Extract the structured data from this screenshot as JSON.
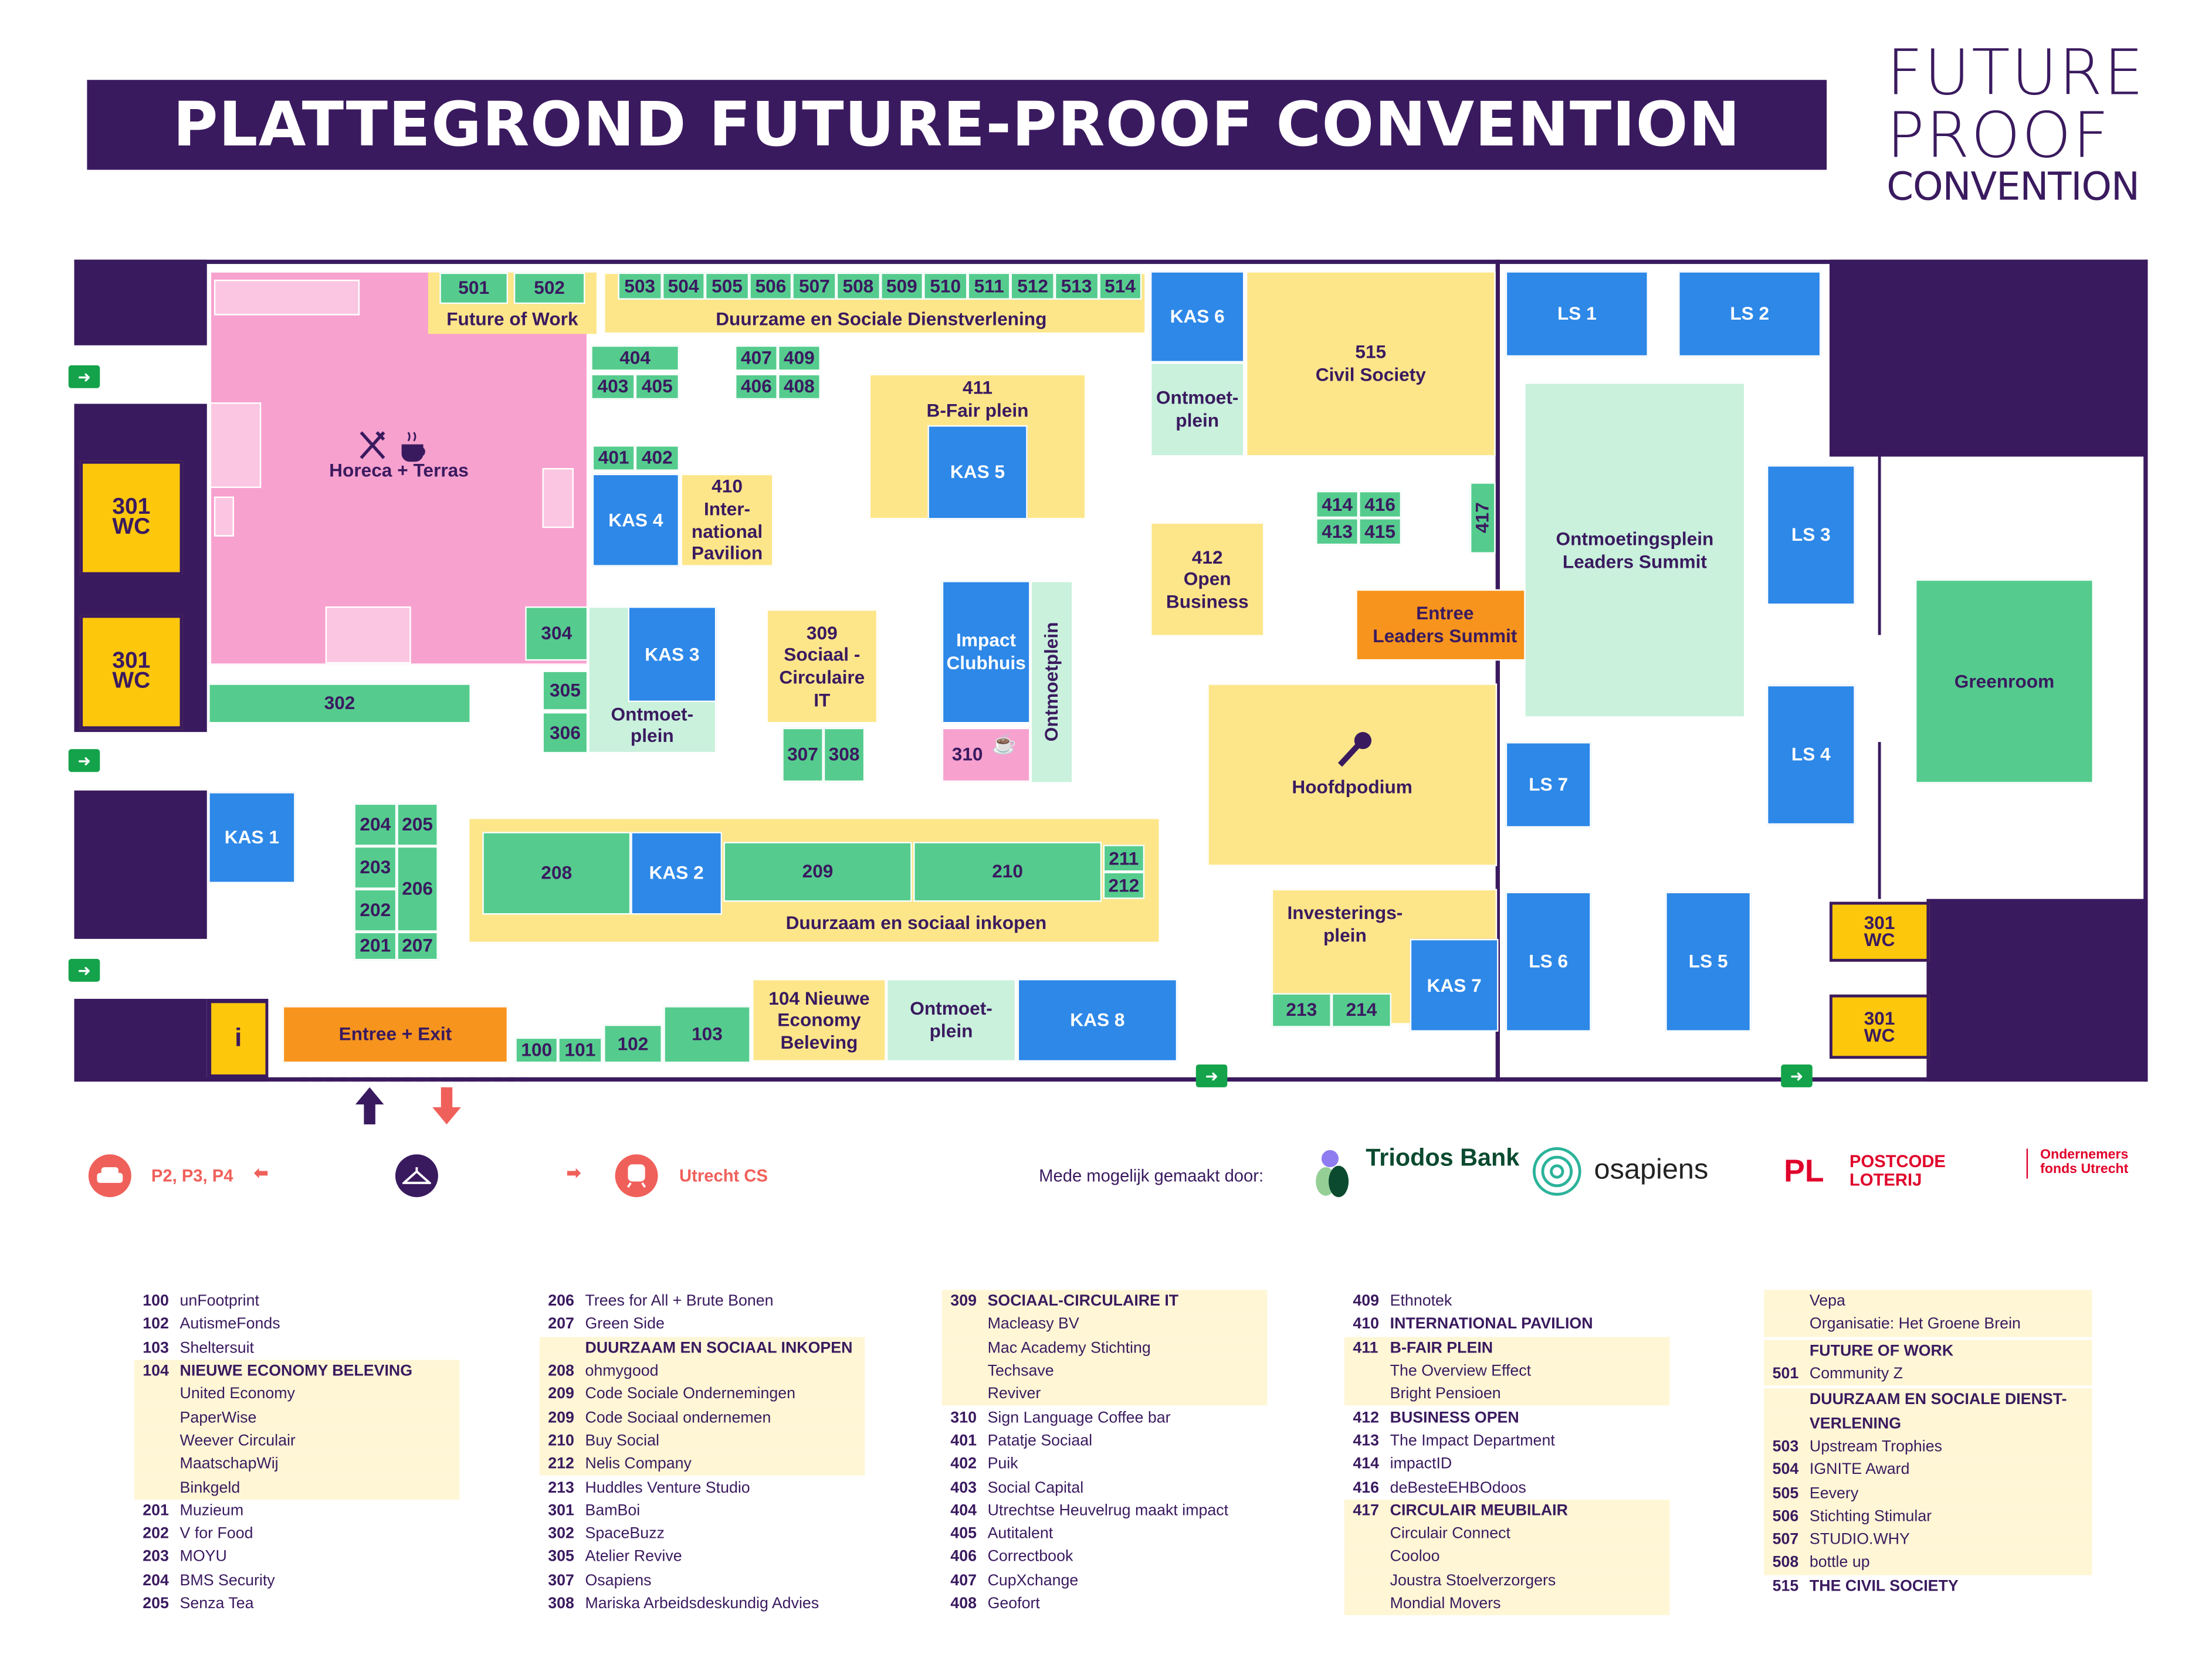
{
  "header": {
    "title": "PLATTEGROND FUTURE-PROOF CONVENTION",
    "logo": [
      "FUTURE",
      "PROOF",
      "CONVENTION"
    ]
  },
  "colors": {
    "purple": "#3a1a5f",
    "green": "#55cc8e",
    "blue": "#2d88e8",
    "yellow": "#fde68a",
    "pink": "#f7a1cf",
    "mint": "#c9f1dc",
    "orange": "#f7941d",
    "gold": "#fdc70c",
    "coral": "#f0605a",
    "exit_green": "#14a34a"
  },
  "map": {
    "rooms": [
      {
        "label": "Horeca + Terras",
        "kind": "pink"
      },
      {
        "label": "Future of Work",
        "kind": "yellow"
      },
      {
        "label": "501",
        "kind": "green"
      },
      {
        "label": "502",
        "kind": "green"
      },
      {
        "label": "503",
        "kind": "green"
      },
      {
        "label": "504",
        "kind": "green"
      },
      {
        "label": "505",
        "kind": "green"
      },
      {
        "label": "506",
        "kind": "green"
      },
      {
        "label": "507",
        "kind": "green"
      },
      {
        "label": "508",
        "kind": "green"
      },
      {
        "label": "509",
        "kind": "green"
      },
      {
        "label": "510",
        "kind": "green"
      },
      {
        "label": "511",
        "kind": "green"
      },
      {
        "label": "512",
        "kind": "green"
      },
      {
        "label": "513",
        "kind": "green"
      },
      {
        "label": "514",
        "kind": "green"
      },
      {
        "label": "KAS 6",
        "kind": "blue"
      },
      {
        "label": "Ontmoet-\nplein",
        "kind": "mint"
      },
      {
        "label": "515\nCivil Society",
        "kind": "yellow"
      },
      {
        "label": "404",
        "kind": "green"
      },
      {
        "label": "403",
        "kind": "green"
      },
      {
        "label": "405",
        "kind": "green"
      },
      {
        "label": "407",
        "kind": "green"
      },
      {
        "label": "409",
        "kind": "green"
      },
      {
        "label": "406",
        "kind": "green"
      },
      {
        "label": "408",
        "kind": "green"
      },
      {
        "label": "411\nB-Fair plein",
        "kind": "yellow"
      },
      {
        "label": "KAS 5",
        "kind": "blue"
      },
      {
        "label": "401",
        "kind": "green"
      },
      {
        "label": "402",
        "kind": "green"
      },
      {
        "label": "KAS 4",
        "kind": "blue"
      },
      {
        "label": "410\nInter-\nnational\nPavilion",
        "kind": "yellow"
      },
      {
        "label": "412\nOpen\nBusiness",
        "kind": "yellow"
      },
      {
        "label": "414",
        "kind": "green"
      },
      {
        "label": "416",
        "kind": "green"
      },
      {
        "label": "413",
        "kind": "green"
      },
      {
        "label": "415",
        "kind": "green"
      },
      {
        "label": "417",
        "kind": "green"
      },
      {
        "label": "Entree\nLeaders Summit",
        "kind": "orange"
      },
      {
        "label": "304",
        "kind": "green"
      },
      {
        "label": "305",
        "kind": "green"
      },
      {
        "label": "306",
        "kind": "green"
      },
      {
        "label": "Ontmoet-\nplein",
        "kind": "mint"
      },
      {
        "label": "KAS 3",
        "kind": "blue"
      },
      {
        "label": "309\nSociaal -\nCirculaire\nIT",
        "kind": "yellow"
      },
      {
        "label": "307",
        "kind": "green"
      },
      {
        "label": "308",
        "kind": "green"
      },
      {
        "label": "Impact\nClubhuis",
        "kind": "blue"
      },
      {
        "label": "310",
        "kind": "pink"
      },
      {
        "label": "Ontmoetplein",
        "kind": "mint"
      },
      {
        "label": "302",
        "kind": "green"
      },
      {
        "label": "KAS 1",
        "kind": "blue"
      },
      {
        "label": "204",
        "kind": "green"
      },
      {
        "label": "205",
        "kind": "green"
      },
      {
        "label": "203",
        "kind": "green"
      },
      {
        "label": "206",
        "kind": "green"
      },
      {
        "label": "202",
        "kind": "green"
      },
      {
        "label": "201",
        "kind": "green"
      },
      {
        "label": "207",
        "kind": "green"
      },
      {
        "label": "208",
        "kind": "green"
      },
      {
        "label": "KAS 2",
        "kind": "blue"
      },
      {
        "label": "209",
        "kind": "green"
      },
      {
        "label": "210",
        "kind": "green"
      },
      {
        "label": "211",
        "kind": "green"
      },
      {
        "label": "212",
        "kind": "green"
      },
      {
        "label": "Hoofdpodium",
        "kind": "yellow"
      },
      {
        "label": "Investerings-\nplein",
        "kind": "yellow"
      },
      {
        "label": "213",
        "kind": "green"
      },
      {
        "label": "214",
        "kind": "green"
      },
      {
        "label": "KAS 7",
        "kind": "blue"
      },
      {
        "label": "i",
        "kind": "gold"
      },
      {
        "label": "Entree + Exit",
        "kind": "orange"
      },
      {
        "label": "100",
        "kind": "green"
      },
      {
        "label": "101",
        "kind": "green"
      },
      {
        "label": "102",
        "kind": "green"
      },
      {
        "label": "103",
        "kind": "green"
      },
      {
        "label": "104 Nieuwe\nEconomy\nBeleving",
        "kind": "yellow"
      },
      {
        "label": "Ontmoet-\nplein",
        "kind": "mint"
      },
      {
        "label": "KAS 8",
        "kind": "blue"
      },
      {
        "label": "LS 1",
        "kind": "blue"
      },
      {
        "label": "LS 2",
        "kind": "blue"
      },
      {
        "label": "Ontmoetingsplein\nLeaders Summit",
        "kind": "mint"
      },
      {
        "label": "LS 3",
        "kind": "blue"
      },
      {
        "label": "LS 4",
        "kind": "blue"
      },
      {
        "label": "Greenroom",
        "kind": "green"
      },
      {
        "label": "LS 7",
        "kind": "blue"
      },
      {
        "label": "LS 6",
        "kind": "blue"
      },
      {
        "label": "LS 5",
        "kind": "blue"
      },
      {
        "label": "301\nWC",
        "kind": "gold"
      },
      {
        "label": "301\nWC",
        "kind": "gold"
      },
      {
        "label": "301\nWC",
        "kind": "gold"
      },
      {
        "label": "301\nWC",
        "kind": "gold"
      }
    ],
    "band_labels": {
      "dienstverlening": "Duurzame en Sociale Dienstverlening",
      "inkopen": "Duurzaam en sociaal inkopen"
    }
  },
  "footer": {
    "parking": "P2, P3, P4",
    "train": "Utrecht CS",
    "sponsors_intro": "Mede mogelijk gemaakt door:",
    "sponsors": [
      "Triodos Bank",
      "osapiens",
      "POSTCODE LOTERIJ",
      "Ondernemers fonds Utrecht"
    ]
  },
  "legend": {
    "columns": [
      [
        {
          "n": "100",
          "name": "unFootprint"
        },
        {
          "n": "102",
          "name": "AutismeFonds"
        },
        {
          "n": "103",
          "name": "Sheltersuit"
        },
        {
          "n": "104",
          "name": "NIEUWE ECONOMY BELEVING",
          "b": true,
          "hl": true
        },
        {
          "n": "",
          "name": "United Economy",
          "hl": true
        },
        {
          "n": "",
          "name": "PaperWise",
          "hl": true
        },
        {
          "n": "",
          "name": "Weever Circulair",
          "hl": true
        },
        {
          "n": "",
          "name": "MaatschapWij",
          "hl": true
        },
        {
          "n": "",
          "name": "Binkgeld",
          "hl": true
        },
        {
          "n": "201",
          "name": "Muzieum"
        },
        {
          "n": "202",
          "name": "V for Food"
        },
        {
          "n": "203",
          "name": "MOYU"
        },
        {
          "n": "204",
          "name": "BMS Security"
        },
        {
          "n": "205",
          "name": "Senza Tea"
        }
      ],
      [
        {
          "n": "206",
          "name": "Trees for All + Brute Bonen"
        },
        {
          "n": "207",
          "name": "Green Side"
        },
        {
          "n": "",
          "name": "DUURZAAM EN SOCIAAL INKOPEN",
          "b": true,
          "hl": true
        },
        {
          "n": "208",
          "name": "ohmygood",
          "hl": true
        },
        {
          "n": "209",
          "name": "Code Sociale Ondernemingen",
          "hl": true
        },
        {
          "n": "209",
          "name": "Code Sociaal ondernemen",
          "hl": true
        },
        {
          "n": "210",
          "name": "Buy Social",
          "hl": true
        },
        {
          "n": "212",
          "name": "Nelis Company",
          "hl": true
        },
        {
          "n": "213",
          "name": "Huddles Venture Studio"
        },
        {
          "n": "301",
          "name": "BamBoi"
        },
        {
          "n": "302",
          "name": "SpaceBuzz"
        },
        {
          "n": "305",
          "name": "Atelier Revive"
        },
        {
          "n": "307",
          "name": "Osapiens"
        },
        {
          "n": "308",
          "name": "Mariska Arbeidsdeskundig Advies"
        }
      ],
      [
        {
          "n": "309",
          "name": "SOCIAAL-CIRCULAIRE IT",
          "b": true,
          "hl": true
        },
        {
          "n": "",
          "name": "Macleasy BV",
          "hl": true
        },
        {
          "n": "",
          "name": "Mac Academy Stichting",
          "hl": true
        },
        {
          "n": "",
          "name": "Techsave",
          "hl": true
        },
        {
          "n": "",
          "name": "Reviver",
          "hl": true
        },
        {
          "n": "310",
          "name": "Sign Language Coffee bar"
        },
        {
          "n": "401",
          "name": "Patatje Sociaal"
        },
        {
          "n": "402",
          "name": "Puik"
        },
        {
          "n": "403",
          "name": "Social Capital"
        },
        {
          "n": "404",
          "name": "Utrechtse Heuvelrug maakt impact"
        },
        {
          "n": "405",
          "name": "Autitalent"
        },
        {
          "n": "406",
          "name": "Correctbook"
        },
        {
          "n": "407",
          "name": "CupXchange"
        },
        {
          "n": "408",
          "name": "Geofort"
        }
      ],
      [
        {
          "n": "409",
          "name": "Ethnotek"
        },
        {
          "n": "410",
          "name": "INTERNATIONAL PAVILION",
          "b": true
        },
        {
          "n": "411",
          "name": "B-FAIR PLEIN",
          "b": true,
          "hl": true
        },
        {
          "n": "",
          "name": "The Overview Effect",
          "hl": true
        },
        {
          "n": "",
          "name": "Bright Pensioen",
          "hl": true
        },
        {
          "n": "412",
          "name": "BUSINESS OPEN",
          "b": true
        },
        {
          "n": "413",
          "name": "The Impact Department"
        },
        {
          "n": "414",
          "name": "impactID"
        },
        {
          "n": "416",
          "name": "deBesteEHBOdoos"
        },
        {
          "n": "417",
          "name": "CIRCULAIR MEUBILAIR",
          "b": true,
          "hl": true
        },
        {
          "n": "",
          "name": "Circulair Connect",
          "hl": true
        },
        {
          "n": "",
          "name": "Cooloo",
          "hl": true
        },
        {
          "n": "",
          "name": "Joustra Stoelverzorgers",
          "hl": true
        },
        {
          "n": "",
          "name": "Mondial Movers",
          "hl": true
        }
      ],
      [
        {
          "n": "",
          "name": "Vepa",
          "hl": true
        },
        {
          "n": "",
          "name": "Organisatie: Het Groene Brein",
          "hl": true
        },
        {
          "n": "",
          "name": "FUTURE OF WORK",
          "b": true,
          "hl": true
        },
        {
          "n": "501",
          "name": "Community Z",
          "hl": true
        },
        {
          "n": "",
          "name": "DUURZAAM EN SOCIALE DIENST-",
          "b": true,
          "hl": true
        },
        {
          "n": "",
          "name": "VERLENING",
          "b": true,
          "hl": true
        },
        {
          "n": "503",
          "name": "Upstream Trophies",
          "hl": true
        },
        {
          "n": "504",
          "name": "IGNITE Award",
          "hl": true
        },
        {
          "n": "505",
          "name": "Eevery",
          "hl": true
        },
        {
          "n": "506",
          "name": "Stichting Stimular",
          "hl": true
        },
        {
          "n": "507",
          "name": "STUDIO.WHY",
          "hl": true
        },
        {
          "n": "508",
          "name": "bottle up",
          "hl": true
        },
        {
          "n": "515",
          "name": "THE CIVIL SOCIETY",
          "b": true
        }
      ]
    ]
  }
}
